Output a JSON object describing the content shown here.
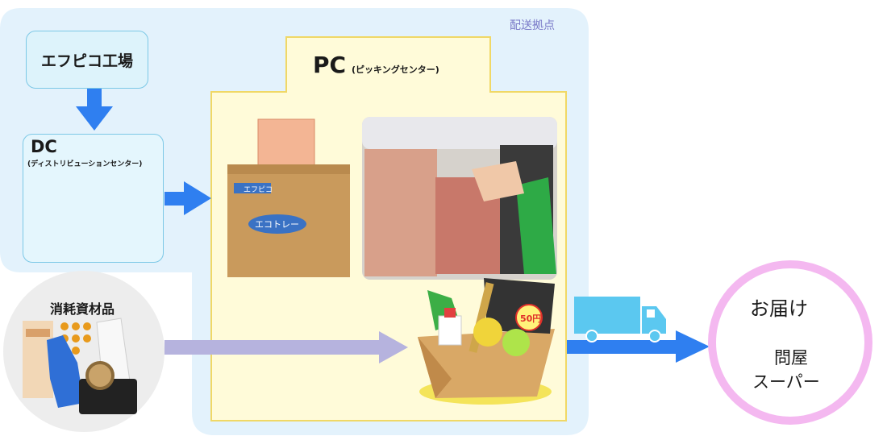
{
  "hub": {
    "label": "配送拠点"
  },
  "factory": {
    "label": "エフピコ工場"
  },
  "dc": {
    "title": "DC",
    "subtitle": "(ディストリビューションセンター)"
  },
  "pc": {
    "title": "PC",
    "subtitle": "(ピッキングセンター)"
  },
  "supplies": {
    "label": "消耗資材品"
  },
  "box_product": {
    "brand": "エフピコ",
    "name": "エコトレー"
  },
  "price_tag": {
    "text": "50円"
  },
  "destination": {
    "title": "お届け",
    "line1": "問屋",
    "line2": "スーパー"
  },
  "colors": {
    "hub_bg": "#e3f2fc",
    "pc_bg": "#fffbd9",
    "pc_border": "#f0d866",
    "flow_arrow": "#2f7ff0",
    "supplies_arrow": "#b6b3de",
    "destination_ring": "#f4b8f0",
    "truck": "#5bc8f0"
  }
}
